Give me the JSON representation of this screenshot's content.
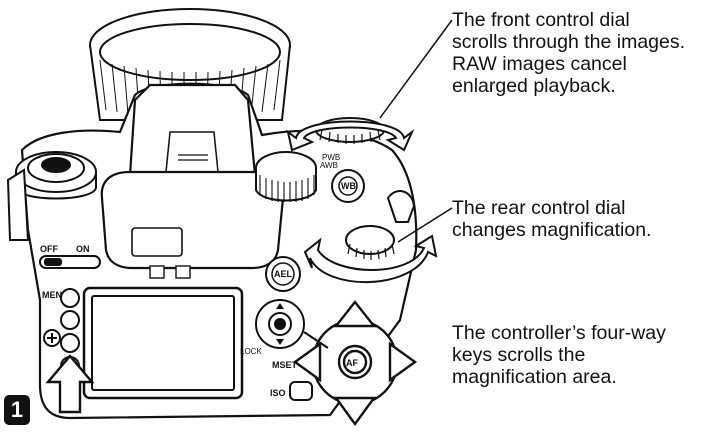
{
  "callouts": {
    "front_dial": "The front control dial\nscrolls through the images.\nRAW images cancel\nenlarged playback.",
    "rear_dial": "The rear control dial\nchanges magnification.",
    "controller": "The controller’s four-way\nkeys scrolls the\nmagnification area."
  },
  "step_number": "1",
  "camera_labels": {
    "menu": "MENU",
    "off": "OFF",
    "on": "ON",
    "aeL": "AEL",
    "wb": "WB",
    "pwb": "PWB",
    "awb": "AWB",
    "lock": "LOCK",
    "mset": "MSET",
    "iso": "ISO",
    "af": "AF"
  },
  "colors": {
    "line": "#111111",
    "body_fill": "#ffffff",
    "screen_fill": "#ffffff"
  }
}
